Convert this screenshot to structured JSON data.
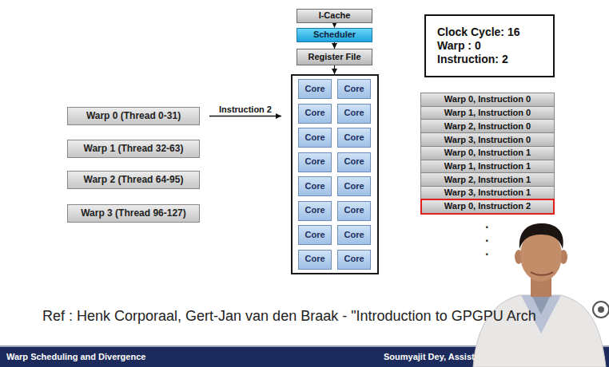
{
  "diagram": {
    "nodes": [
      {
        "text": [
          "I-Cache"
        ]
      },
      {
        "text": [
          "Scheduler"
        ]
      },
      {
        "text": [
          "Register File"
        ]
      },
      {
        "text": []
      },
      {
        "text": [
          "Core"
        ],
        "in": 3
      },
      {
        "text": [
          "Core"
        ],
        "in": 3
      },
      {
        "text": [
          "Core"
        ],
        "in": 3
      },
      {
        "text": [
          "Core"
        ],
        "in": 3
      },
      {
        "text": [
          "Core"
        ],
        "in": 3
      },
      {
        "text": [
          "Core"
        ],
        "in": 3
      },
      {
        "text": [
          "Core"
        ],
        "in": 3
      },
      {
        "text": [
          "Core"
        ],
        "in": 3
      },
      {
        "text": [
          "Core"
        ],
        "in": 3
      },
      {
        "text": [
          "Core"
        ],
        "in": 3
      },
      {
        "text": [
          "Core"
        ],
        "in": 3
      },
      {
        "text": [
          "Core"
        ],
        "in": 3
      },
      {
        "text": [
          "Core"
        ],
        "in": 3
      },
      {
        "text": [
          "Core"
        ],
        "in": 3
      },
      {
        "text": [
          "Core"
        ],
        "in": 3
      },
      {
        "text": [
          "Core"
        ],
        "in": 3
      },
      {
        "text": [
          "Warp 0 (Thread 0-31)"
        ]
      },
      {
        "text": [
          "Warp 1 (Thread 32-63)"
        ]
      },
      {
        "text": [
          "Warp 2 (Thread 64-95)"
        ]
      },
      {
        "text": [
          "Warp 3 (Thread 96-127)"
        ]
      },
      {
        "text": [
          "Clock Cycle: 16",
          "Warp : 0",
          "Instruction: 2"
        ]
      },
      {
        "text": [
          "Warp 0, Instruction 0"
        ]
      },
      {
        "text": [
          "Warp 1, Instruction 0"
        ]
      },
      {
        "text": [
          "Warp 2, Instruction 0"
        ]
      },
      {
        "text": [
          "Warp 3, Instruction 0"
        ]
      },
      {
        "text": [
          "Warp 0, Instruction 1"
        ]
      },
      {
        "text": [
          "Warp 1, Instruction 1"
        ]
      },
      {
        "text": [
          "Warp 2, Instruction 1"
        ]
      },
      {
        "text": [
          "Warp 3, Instruction 1"
        ]
      },
      {
        "text": [
          "Warp 0, Instruction 2"
        ]
      }
    ],
    "edges": [
      {
        "from": 0,
        "to": 1,
        "arrow": "to"
      },
      {
        "from": 1,
        "to": 2,
        "arrow": "to"
      },
      {
        "from": 2,
        "to": 3,
        "arrow": "to"
      },
      {
        "from": 20,
        "to": 3,
        "label": "Instruction 2",
        "arrow": "to"
      }
    ],
    "labels": [
      ".",
      ".",
      ".",
      "Ref : Henk Corporaal, Gert-Jan van den Braak - \"Introduction to GPGPU Arch",
      "Warp Scheduling and Divergence",
      "Soumyajit Dey, Assist"
    ]
  }
}
